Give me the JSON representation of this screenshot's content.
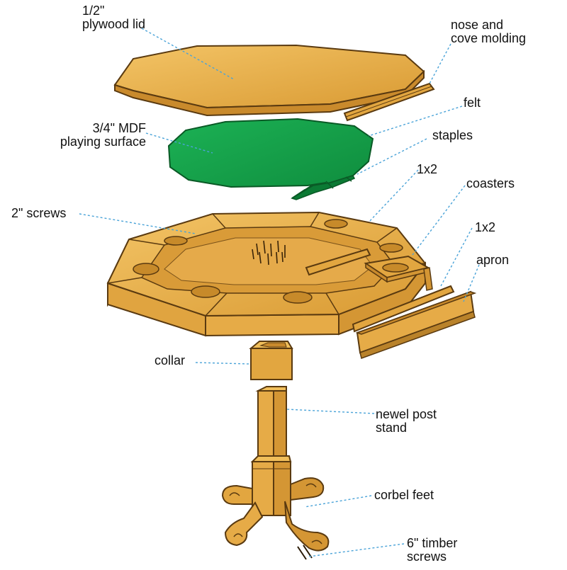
{
  "diagram": {
    "palette": {
      "wood": "#e2a640",
      "wood_light": "#f0be5a",
      "wood_dark": "#b9822a",
      "outline": "#5a3a10",
      "felt": "#15a04a",
      "felt_dark": "#0b7a34",
      "leader": "#4aa3d8"
    },
    "labels": {
      "plywood_lid": [
        "1/2\"",
        "plywood lid"
      ],
      "mdf_surface": [
        "3/4\" MDF",
        "playing surface"
      ],
      "screws_2in": "2\" screws",
      "nose_cove": [
        "nose and",
        "cove molding"
      ],
      "felt": "felt",
      "staples": "staples",
      "one_by_two_top": "1x2",
      "coasters": "coasters",
      "one_by_two_side": "1x2",
      "apron": "apron",
      "collar": "collar",
      "newel_post": [
        "newel post",
        "stand"
      ],
      "corbel_feet": "corbel feet",
      "timber_screws": [
        "6\" timber",
        "screws"
      ]
    }
  }
}
